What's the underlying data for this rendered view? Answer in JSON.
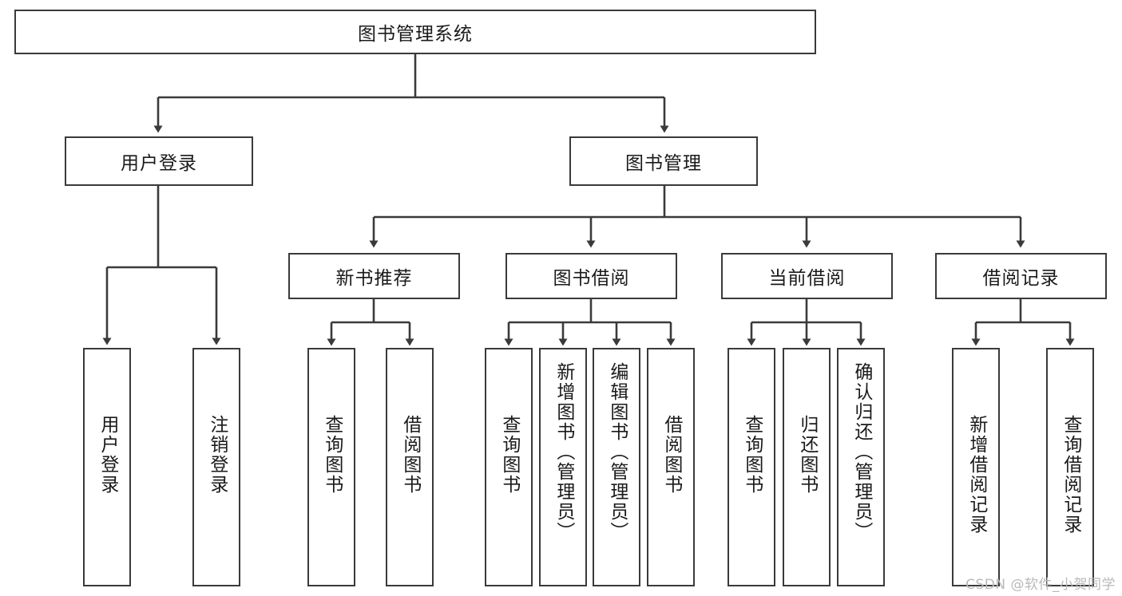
{
  "diagram": {
    "type": "tree",
    "title": "图书管理系统",
    "theme": {
      "background": "#ffffff",
      "box_stroke": "#3a3a3a",
      "box_fill": "#ffffff",
      "text": "#1a1a1a",
      "connector": "#3a3a3a",
      "watermark": "#b9b9b9"
    },
    "root": {
      "label": "图书管理系统"
    },
    "level2": [
      {
        "label": "用户登录"
      },
      {
        "label": "图书管理"
      }
    ],
    "level3": [
      {
        "label": "新书推荐"
      },
      {
        "label": "图书借阅"
      },
      {
        "label": "当前借阅"
      },
      {
        "label": "借阅记录"
      }
    ],
    "leaves": {
      "user_login": [
        {
          "label": "用户登录"
        },
        {
          "label": "注销登录"
        }
      ],
      "new_book_recommend": [
        {
          "label": "查询图书"
        },
        {
          "label": "借阅图书"
        }
      ],
      "book_borrow": [
        {
          "label": "查询图书"
        },
        {
          "label": "新增图书（管理员）"
        },
        {
          "label": "编辑图书（管理员）"
        },
        {
          "label": "借阅图书"
        }
      ],
      "current_borrow": [
        {
          "label": "查询图书"
        },
        {
          "label": "归还图书"
        },
        {
          "label": "确认归还（管理员）"
        }
      ],
      "borrow_record": [
        {
          "label": "新增借阅记录"
        },
        {
          "label": "查询借阅记录"
        }
      ]
    }
  },
  "watermark": {
    "text": "CSDN @软件_小贺同学"
  }
}
